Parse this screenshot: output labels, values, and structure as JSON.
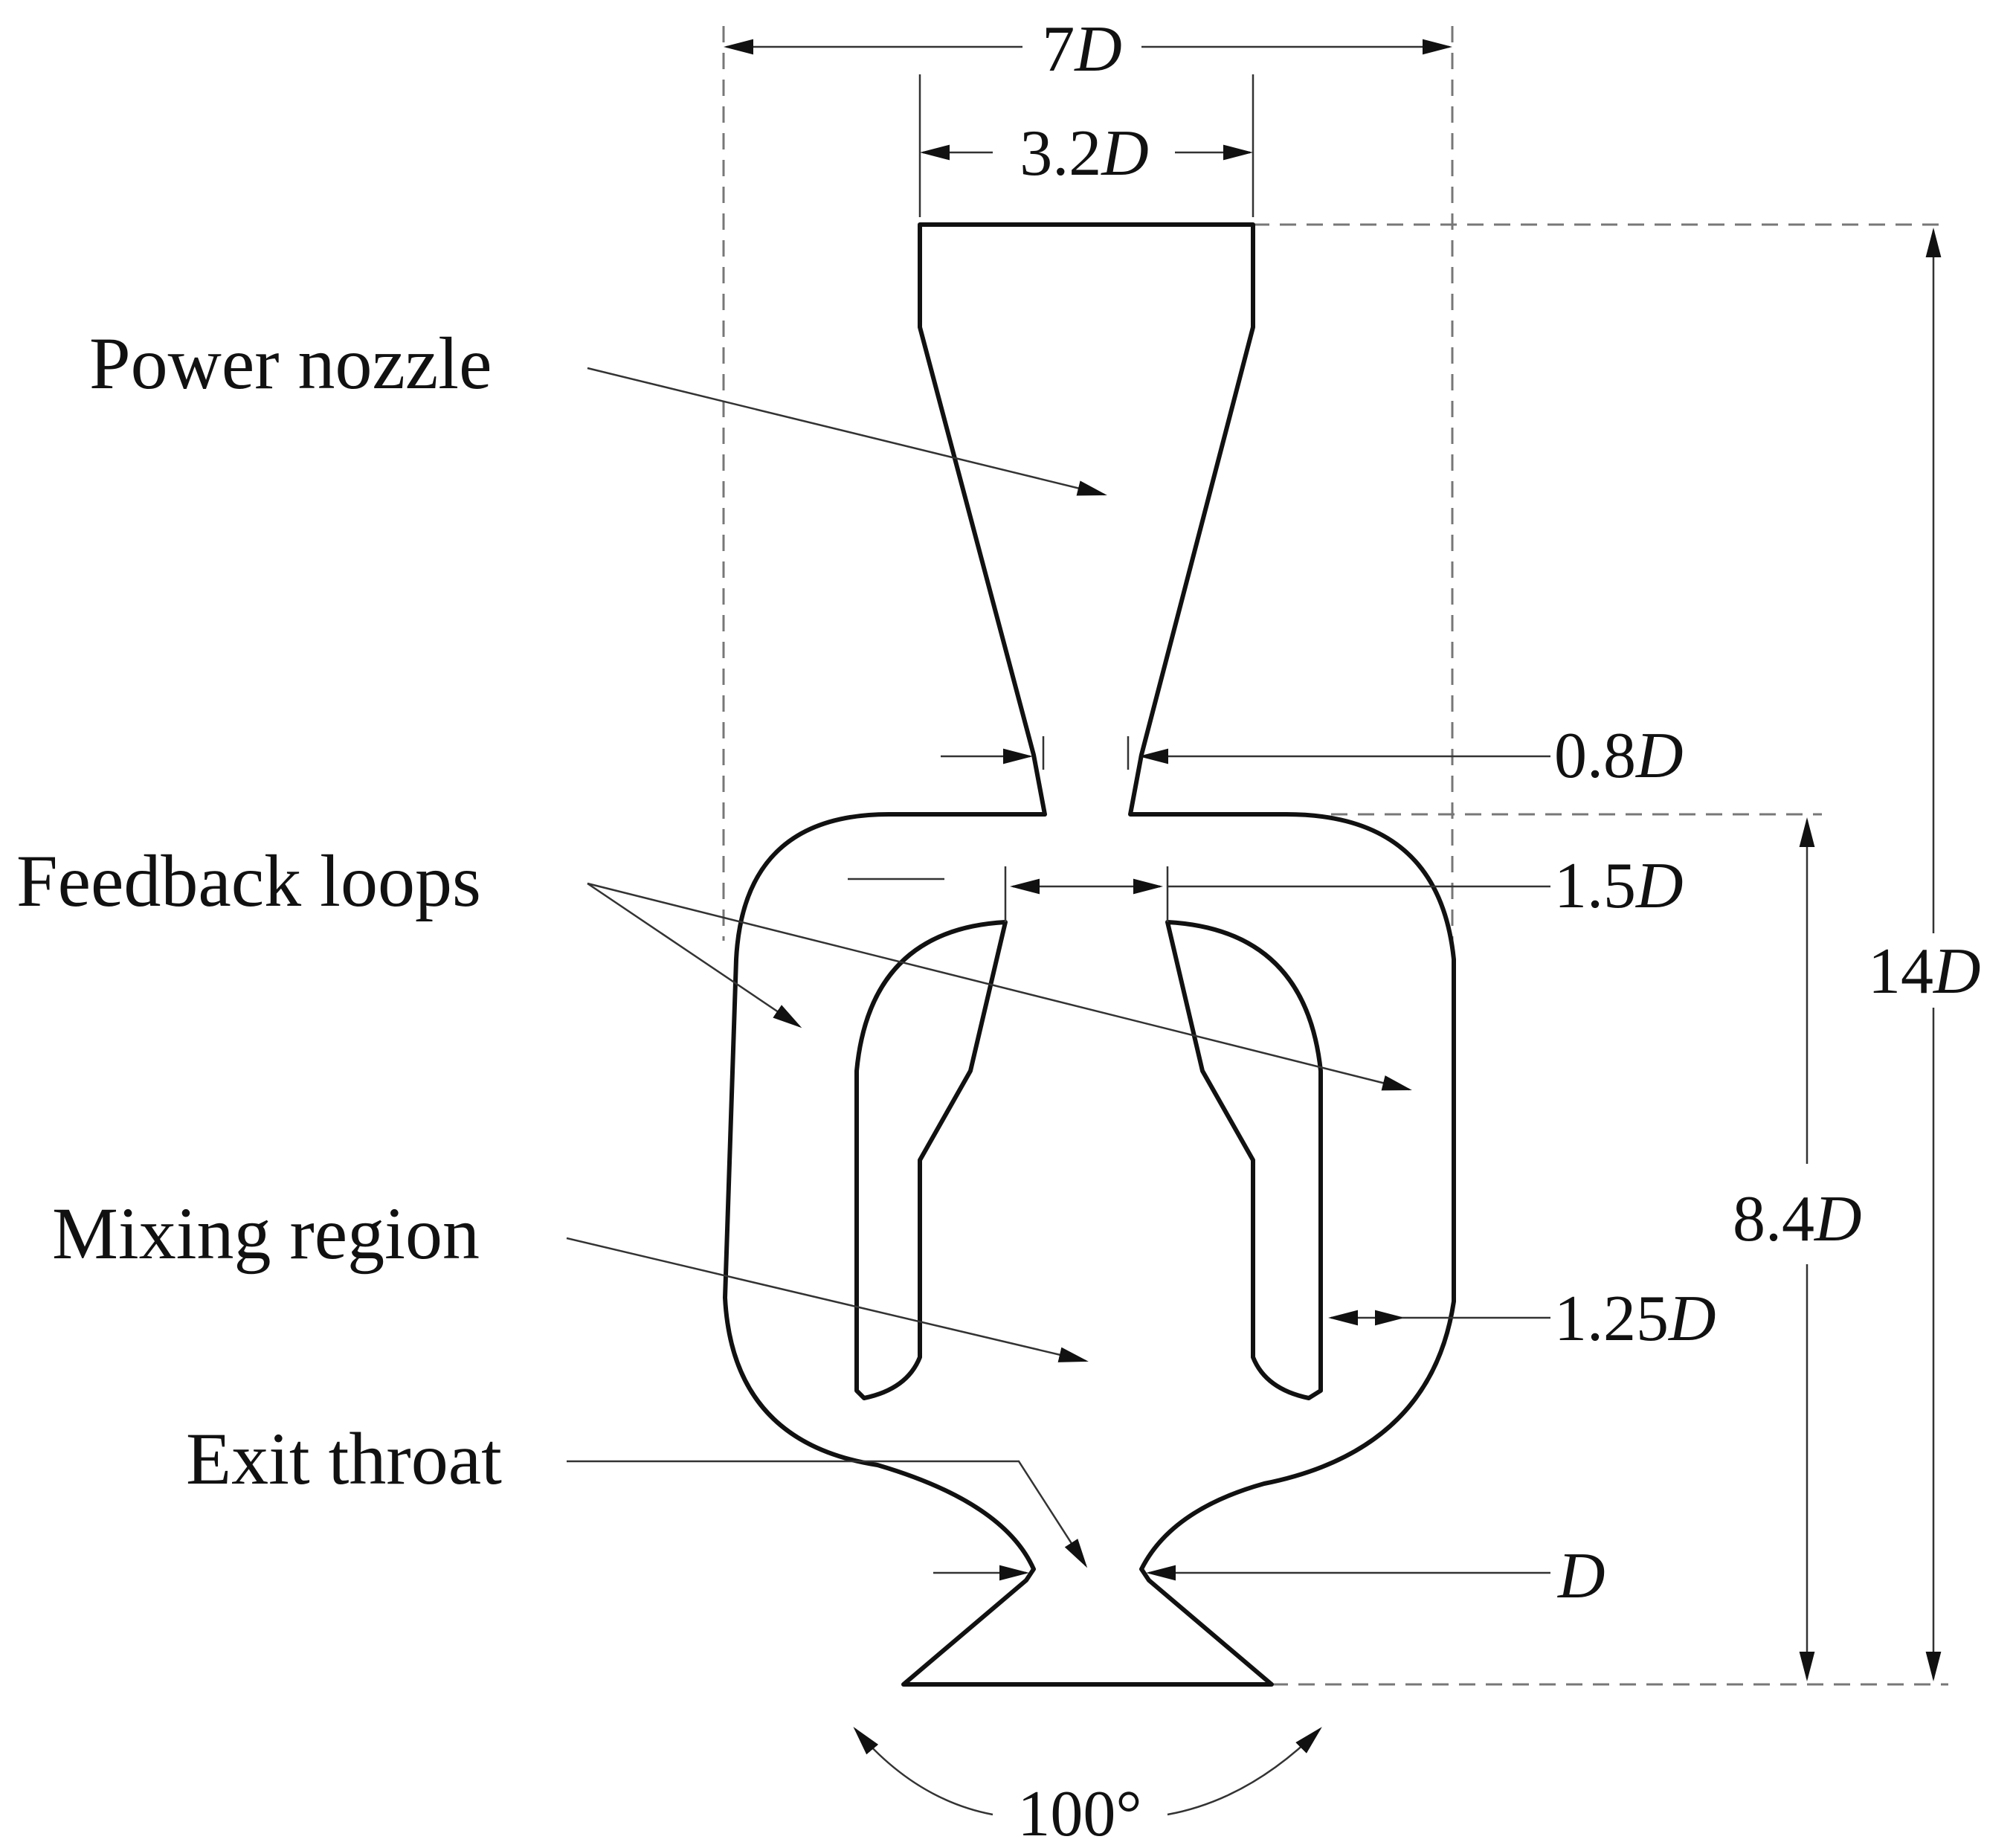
{
  "labels": {
    "power_nozzle": "Power nozzle",
    "feedback_loops": "Feedback loops",
    "mixing_region": "Mixing region",
    "exit_throat": "Exit throat"
  },
  "dimensions": {
    "width_7d": {
      "num": "7",
      "var": "D"
    },
    "width_3_2d": {
      "num": "3.2",
      "var": "D"
    },
    "nozzle_0_8d": {
      "num": "0.8",
      "var": "D"
    },
    "gap_1_5d": {
      "num": "1.5",
      "var": "D"
    },
    "height_14d": {
      "num": "14",
      "var": "D"
    },
    "height_8_4d": {
      "num": "8.4",
      "var": "D"
    },
    "wall_1_25d": {
      "num": "1.25",
      "var": "D"
    },
    "throat_d": {
      "num": "",
      "var": "D"
    },
    "angle": "100°"
  }
}
